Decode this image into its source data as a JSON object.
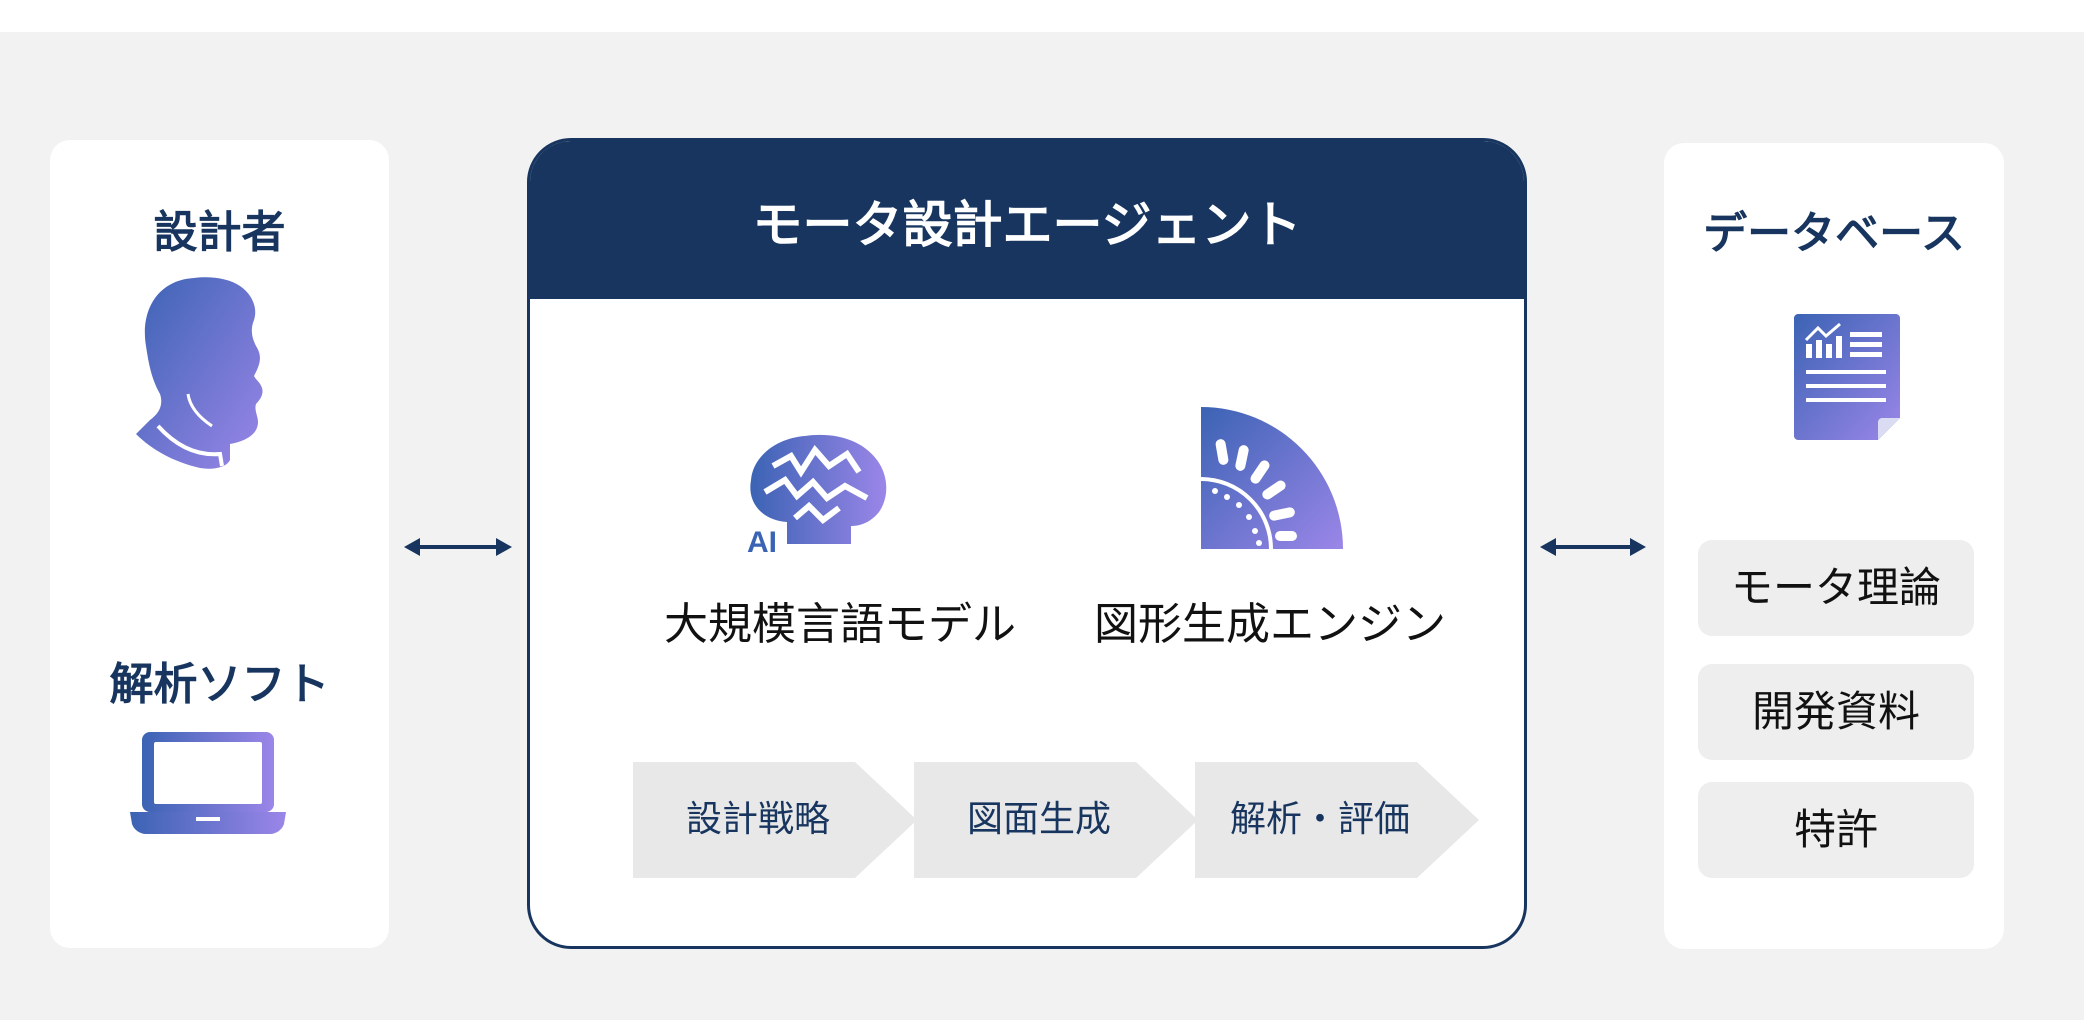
{
  "left_panel": {
    "designer_label": "設計者",
    "designer_icon": "person-head-profile-icon",
    "software_label": "解析ソフト",
    "software_icon": "laptop-icon"
  },
  "agent": {
    "title": "モータ設計エージェント",
    "modules": [
      {
        "label": "大規模言語モデル",
        "icon": "ai-brain-icon"
      },
      {
        "label": "図形生成エンジン",
        "icon": "motor-cross-section-icon"
      }
    ],
    "ai_text": "AI",
    "process_steps": [
      "設計戦略",
      "図面生成",
      "解析・評価"
    ]
  },
  "right_panel": {
    "title": "データベース",
    "icon": "document-chart-icon",
    "items": [
      "モータ理論",
      "開発資料",
      "特許"
    ]
  },
  "colors": {
    "navy": "#17355e",
    "gradient_start": "#3b63b4",
    "gradient_end": "#9b86e8",
    "chevron_fill": "#e8e8e8",
    "background": "#f2f2f2"
  }
}
